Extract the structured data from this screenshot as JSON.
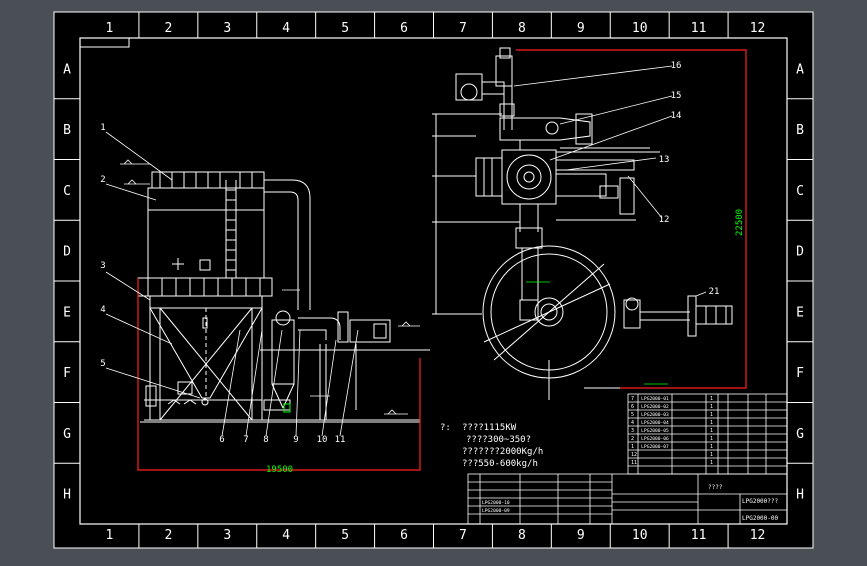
{
  "colors": {
    "viewport_bg": "#4a4f55",
    "sheet_bg": "#000000",
    "line": "#ffffff",
    "boundary": "#ff2020",
    "dimension": "#00ff00",
    "hidden": "#9a9a9a"
  },
  "border": {
    "columns": [
      "1",
      "2",
      "3",
      "4",
      "5",
      "6",
      "7",
      "8",
      "9",
      "10",
      "11",
      "12"
    ],
    "rows": [
      "A",
      "B",
      "C",
      "D",
      "E",
      "F",
      "G",
      "H"
    ]
  },
  "dimensions": {
    "left_width": "19500",
    "right_height": "22500"
  },
  "callouts": {
    "left": [
      "1",
      "2",
      "3",
      "4",
      "5",
      "6",
      "7",
      "8",
      "9",
      "10",
      "11"
    ],
    "right": [
      "16",
      "15",
      "14",
      "13",
      "12",
      "21"
    ]
  },
  "notes": {
    "lead": "?:",
    "lines": [
      "????1115KW",
      "????300~350?",
      "???????2000Kg/h",
      "???550-600kg/h"
    ]
  },
  "title_block": {
    "drawing_name": "????",
    "drawing_no": "LPG2000???",
    "drawing_no_alt": "LPG2000-00",
    "codes": [
      "LPG2000-01",
      "LPG2000-02",
      "LPG2000-03",
      "LPG2000-04",
      "LPG2000-05",
      "LPG2000-06",
      "LPG2000-07"
    ],
    "lower_codes": [
      "LPG2000-10",
      "LPG2000-09"
    ]
  }
}
